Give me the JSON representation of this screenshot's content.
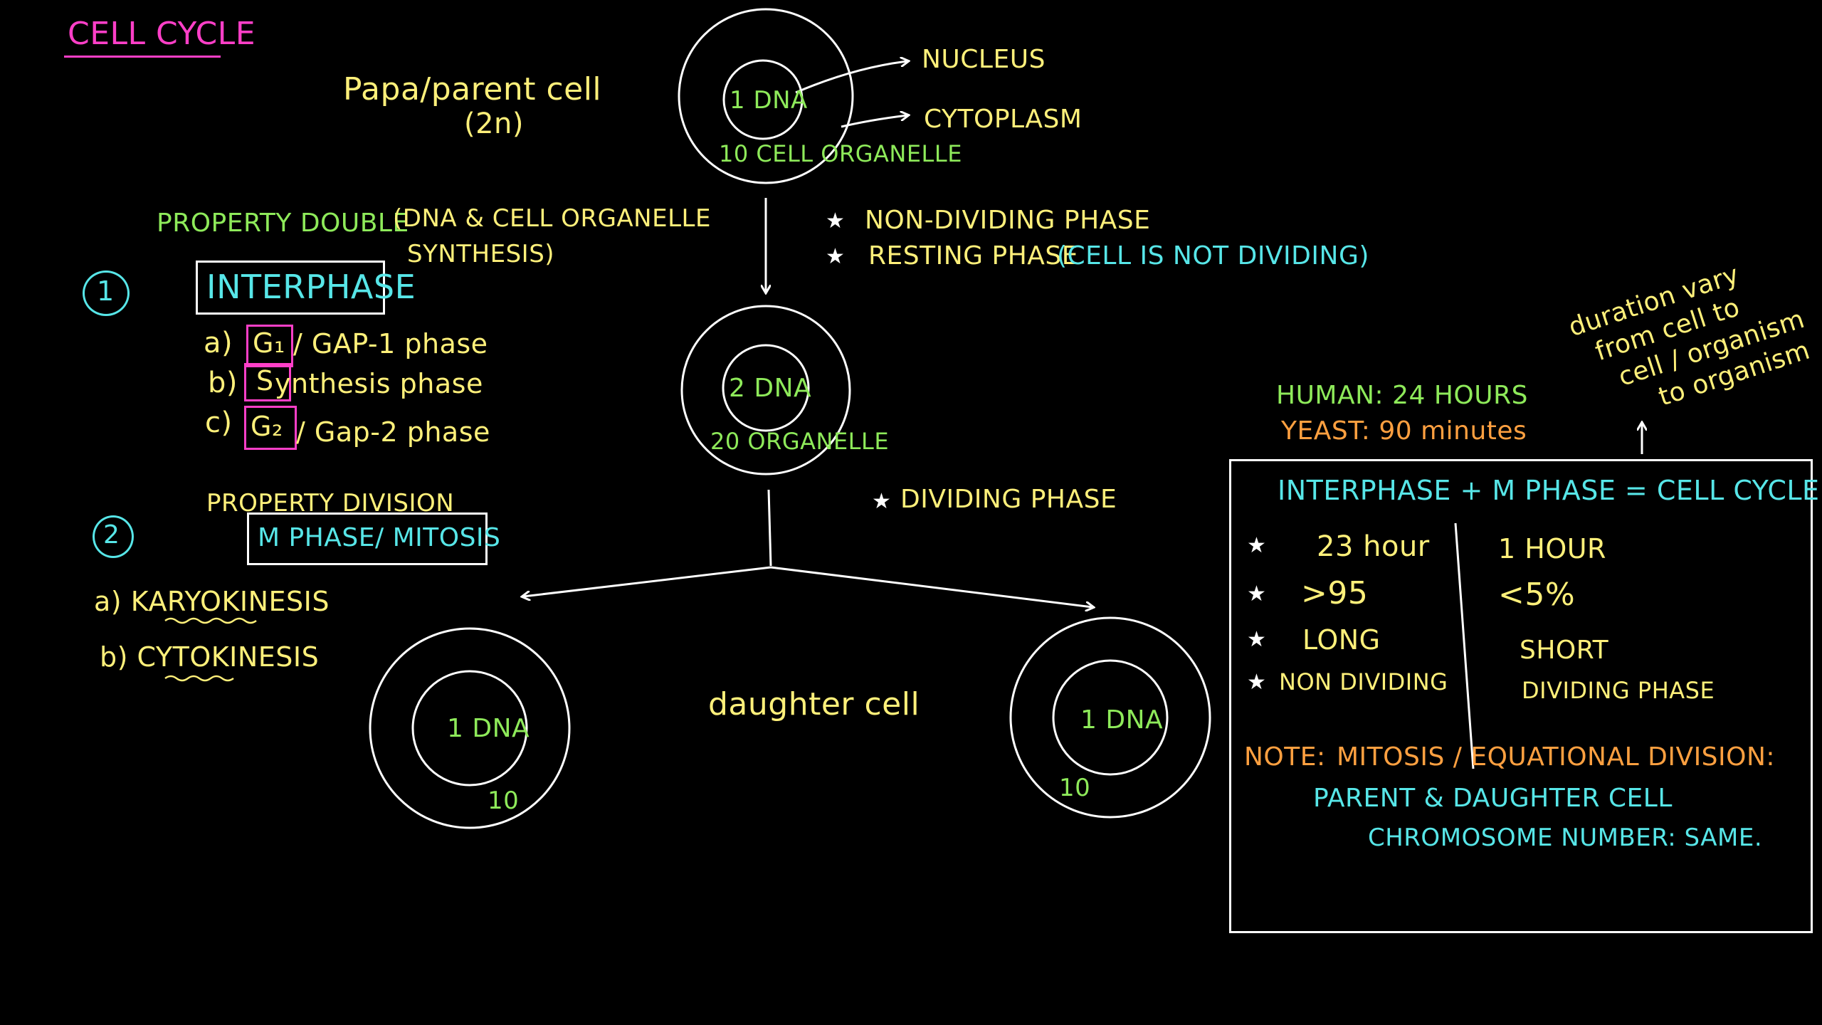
{
  "title": "CELL CYCLE",
  "parent": {
    "label": "Papa/parent cell",
    "ploidy": "(2n)",
    "dna": "1 DNA",
    "organelle": "10 CELL ORGANELLE",
    "nucleus_label": "NUCLEUS",
    "cytoplasm_label": "CYTOPLASM"
  },
  "interphase_section": {
    "property": "PROPERTY DOUBLE",
    "synthesis_line1": "(DNA & CELL ORGANELLE",
    "synthesis_line2": "SYNTHESIS)",
    "number": "1",
    "name": "INTERPHASE",
    "phases": [
      {
        "prefix": "a)",
        "code": "G₁",
        "rest": "/ GAP-1 phase"
      },
      {
        "prefix": "b)",
        "code": "S",
        "rest": "ynthesis phase"
      },
      {
        "prefix": "c)",
        "code": "G₂",
        "rest": "/ Gap-2 phase"
      }
    ]
  },
  "middle_cell": {
    "dna": "2 DNA",
    "organelle": "20 ORGANELLE"
  },
  "notes_top": {
    "non_dividing": "NON-DIVIDING PHASE",
    "resting_label": "RESTING PHASE",
    "resting_detail": "(CELL IS NOT DIVIDING)"
  },
  "mphase_section": {
    "property": "PROPERTY DIVISION",
    "number": "2",
    "name": "M PHASE/ MITOSIS",
    "steps": [
      "a) KARYOKINESIS",
      "b) CYTOKINESIS"
    ]
  },
  "dividing_phase": "DIVIDING PHASE",
  "daughter_label": "daughter cell",
  "daughter_left": {
    "dna": "1 DNA",
    "organelle": "10"
  },
  "daughter_right": {
    "dna": "1 DNA",
    "organelle": "10"
  },
  "durations": {
    "human": "HUMAN: 24 HOURS",
    "yeast": "YEAST: 90 minutes",
    "note_line1": "duration vary",
    "note_line2": "from cell to",
    "note_line3": "cell / organism",
    "note_line4": "to organism"
  },
  "summary_box": {
    "equation": "INTERPHASE + M PHASE = CELL CYCLE",
    "left_col": [
      "23 hour",
      ">95",
      "LONG",
      "NON DIVIDING"
    ],
    "right_col": [
      "1 HOUR",
      "<5%",
      "SHORT",
      "DIVIDING PHASE"
    ],
    "note_label": "NOTE:",
    "note_text": "MITOSIS / EQUATIONAL DIVISION:",
    "note_line2": "PARENT & DAUGHTER CELL",
    "note_line3": "CHROMOSOME NUMBER: SAME."
  },
  "colors": {
    "background": "#000000",
    "chalk_white": "#ffffff",
    "pink": "#ff3fc8",
    "yellow": "#fff07a",
    "green": "#8eea5a",
    "cyan": "#57e6e8",
    "orange": "#ffa040"
  }
}
